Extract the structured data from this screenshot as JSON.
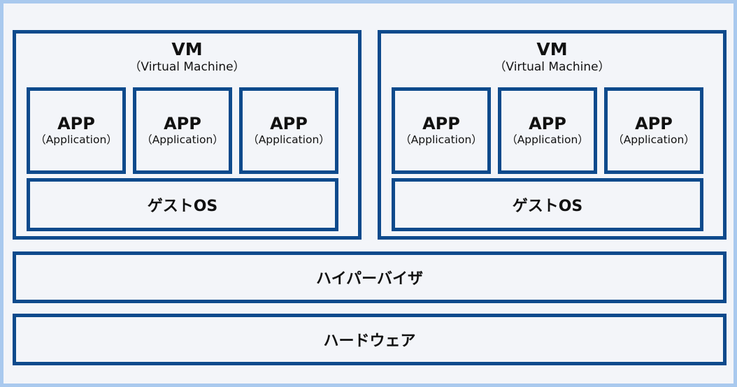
{
  "vms": [
    {
      "title": "VM",
      "subtitle": "（Virtual Machine）",
      "apps": [
        {
          "label": "APP",
          "sub": "（Application）"
        },
        {
          "label": "APP",
          "sub": "（Application）"
        },
        {
          "label": "APP",
          "sub": "（Application）"
        }
      ],
      "guest_os": "ゲストOS"
    },
    {
      "title": "VM",
      "subtitle": "（Virtual Machine）",
      "apps": [
        {
          "label": "APP",
          "sub": "（Application）"
        },
        {
          "label": "APP",
          "sub": "（Application）"
        },
        {
          "label": "APP",
          "sub": "（Application）"
        }
      ],
      "guest_os": "ゲストOS"
    }
  ],
  "hypervisor": "ハイパーバイザ",
  "hardware": "ハードウェア",
  "colors": {
    "border": "#0d4a8c",
    "outer_border": "#a9c9ee",
    "background": "#f3f5f9"
  }
}
